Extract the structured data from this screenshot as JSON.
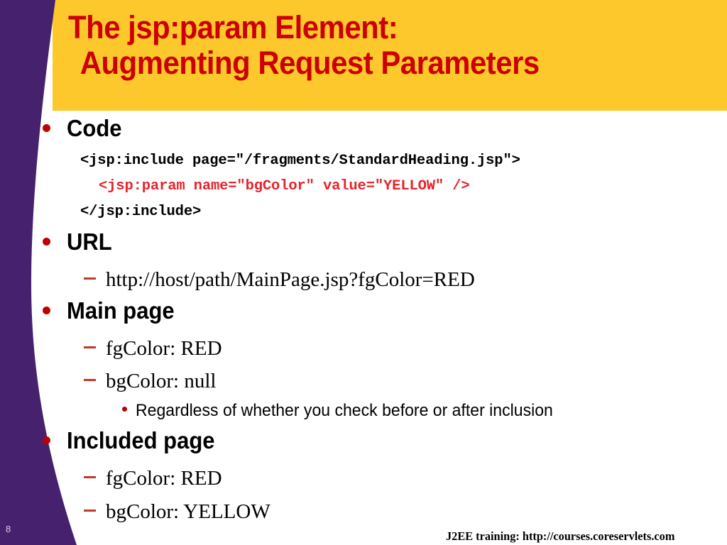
{
  "slide": {
    "page_number": "8",
    "colors": {
      "band_purple": "#45216E",
      "banner_yellow": "#FCC82B",
      "title_red": "#CC0000",
      "code_red": "#E8232A",
      "bullet_red": "#C00000",
      "dash_red": "#C0392B",
      "body_text": "#000000",
      "page_number_text": "#D9CFE6",
      "background": "#FFFFFF"
    }
  },
  "title": {
    "line1": "The jsp:param Element:",
    "line2": "Augmenting Request Parameters"
  },
  "content": [
    {
      "level": 1,
      "text": "Code"
    },
    {
      "level": "code",
      "color": "black",
      "text": "<jsp:include page=\"/fragments/StandardHeading.jsp\">"
    },
    {
      "level": "code",
      "color": "red",
      "text": "<jsp:param name=\"bgColor\" value=\"YELLOW\" />"
    },
    {
      "level": "code",
      "color": "black",
      "text": "</jsp:include>"
    },
    {
      "level": 1,
      "text": "URL"
    },
    {
      "level": 2,
      "text": "http://host/path/MainPage.jsp?fgColor=RED"
    },
    {
      "level": 1,
      "text": "Main page"
    },
    {
      "level": 2,
      "text": "fgColor: RED"
    },
    {
      "level": 2,
      "text": "bgColor: null"
    },
    {
      "level": 3,
      "text": "Regardless of whether you check before or after inclusion"
    },
    {
      "level": 1,
      "text": "Included page"
    },
    {
      "level": 2,
      "text": "fgColor: RED"
    },
    {
      "level": 2,
      "text": "bgColor: YELLOW"
    }
  ],
  "footer": {
    "text": "J2EE training: http://courses.coreservlets.com"
  }
}
